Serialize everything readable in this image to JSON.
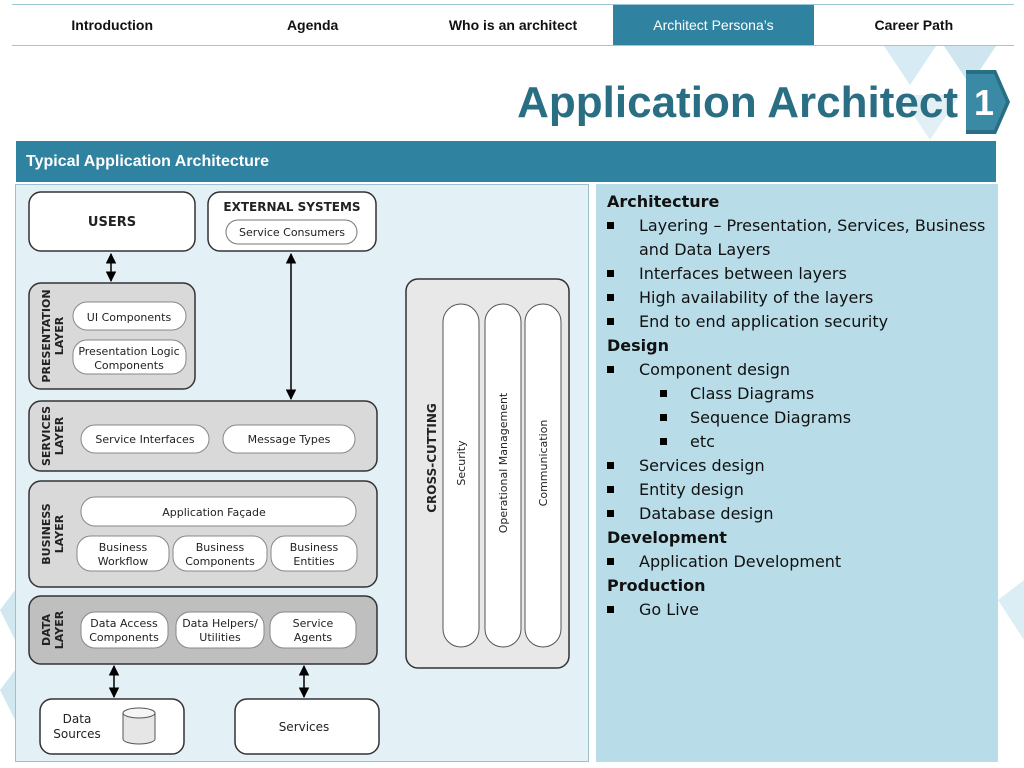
{
  "nav": {
    "tabs": [
      {
        "label": "Introduction"
      },
      {
        "label": "Agenda"
      },
      {
        "label": "Who is an architect"
      },
      {
        "label": "Architect Persona’s"
      },
      {
        "label": "Career Path"
      }
    ],
    "active_index": 3
  },
  "title": "Application Architect",
  "badge_number": "1",
  "section_header": "Typical Application Architecture",
  "diagram": {
    "users": "USERS",
    "external_systems": "EXTERNAL SYSTEMS",
    "service_consumers": "Service Consumers",
    "presentation_layer": [
      "PRESENTATION",
      "LAYER"
    ],
    "ui_components": "UI Components",
    "presentation_logic": [
      "Presentation Logic",
      "Components"
    ],
    "services_layer": [
      "SERVICES",
      "LAYER"
    ],
    "service_interfaces": "Service Interfaces",
    "message_types": "Message Types",
    "business_layer": [
      "BUSINESS",
      "LAYER"
    ],
    "application_facade": "Application Façade",
    "business_workflow": [
      "Business",
      "Workflow"
    ],
    "business_components": [
      "Business",
      "Components"
    ],
    "business_entities": [
      "Business",
      "Entities"
    ],
    "data_layer": [
      "DATA",
      "LAYER"
    ],
    "data_access": [
      "Data Access",
      "Components"
    ],
    "data_helpers": [
      "Data Helpers/",
      "Utilities"
    ],
    "service_agents": [
      "Service",
      "Agents"
    ],
    "cross_cutting": "CROSS-CUTTING",
    "security": "Security",
    "operational_management": "Operational Management",
    "communication": "Communication",
    "data_sources": [
      "Data",
      "Sources"
    ],
    "services": "Services"
  },
  "content": [
    {
      "type": "heading",
      "text": "Architecture"
    },
    {
      "type": "item",
      "level": 1,
      "text": "Layering – Presentation, Services, Business and Data Layers"
    },
    {
      "type": "item",
      "level": 1,
      "text": "Interfaces between layers"
    },
    {
      "type": "item",
      "level": 1,
      "text": "High availability of the layers"
    },
    {
      "type": "item",
      "level": 1,
      "text": "End to end application security"
    },
    {
      "type": "heading",
      "text": "Design"
    },
    {
      "type": "item",
      "level": 1,
      "text": "Component design"
    },
    {
      "type": "item",
      "level": 2,
      "text": "Class Diagrams"
    },
    {
      "type": "item",
      "level": 2,
      "text": "Sequence Diagrams"
    },
    {
      "type": "item",
      "level": 2,
      "text": "etc"
    },
    {
      "type": "item",
      "level": 1,
      "text": "Services design"
    },
    {
      "type": "item",
      "level": 1,
      "text": "Entity design"
    },
    {
      "type": "item",
      "level": 1,
      "text": "Database design"
    },
    {
      "type": "heading",
      "text": "Development"
    },
    {
      "type": "item",
      "level": 1,
      "text": "Application Development"
    },
    {
      "type": "heading",
      "text": "Production"
    },
    {
      "type": "item",
      "level": 1,
      "text": "Go Live"
    }
  ],
  "colors": {
    "accent": "#2f82a0",
    "title": "#2a6e84",
    "right_panel": "#b8dde9",
    "left_panel": "#e3f1f7",
    "layer_fill": "#d9d9d9"
  }
}
